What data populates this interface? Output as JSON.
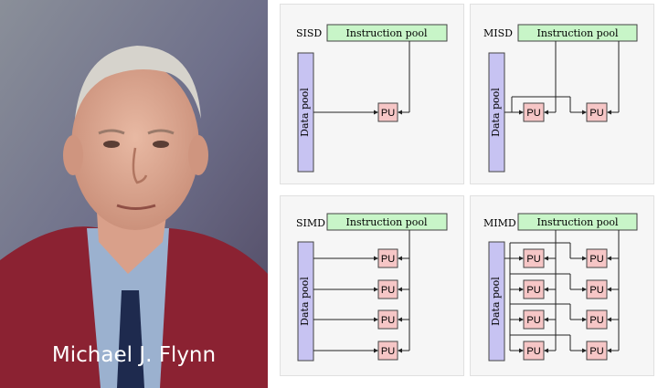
{
  "caption": "Michael J. Flynn",
  "diagrams": {
    "sisd": {
      "label": "SISD",
      "instruction_pool": "Instruction pool",
      "data_pool": "Data pool",
      "pu": "PU"
    },
    "misd": {
      "label": "MISD",
      "instruction_pool": "Instruction pool",
      "data_pool": "Data pool",
      "pu": "PU"
    },
    "simd": {
      "label": "SIMD",
      "instruction_pool": "Instruction pool",
      "data_pool": "Data pool",
      "pu": "PU"
    },
    "mimd": {
      "label": "MIMD",
      "instruction_pool": "Instruction pool",
      "data_pool": "Data pool",
      "pu": "PU"
    }
  },
  "colors": {
    "instruction_pool_fill": "#c8f5c8",
    "data_pool_fill": "#c7c3f2",
    "pu_fill": "#f6c6c6"
  }
}
